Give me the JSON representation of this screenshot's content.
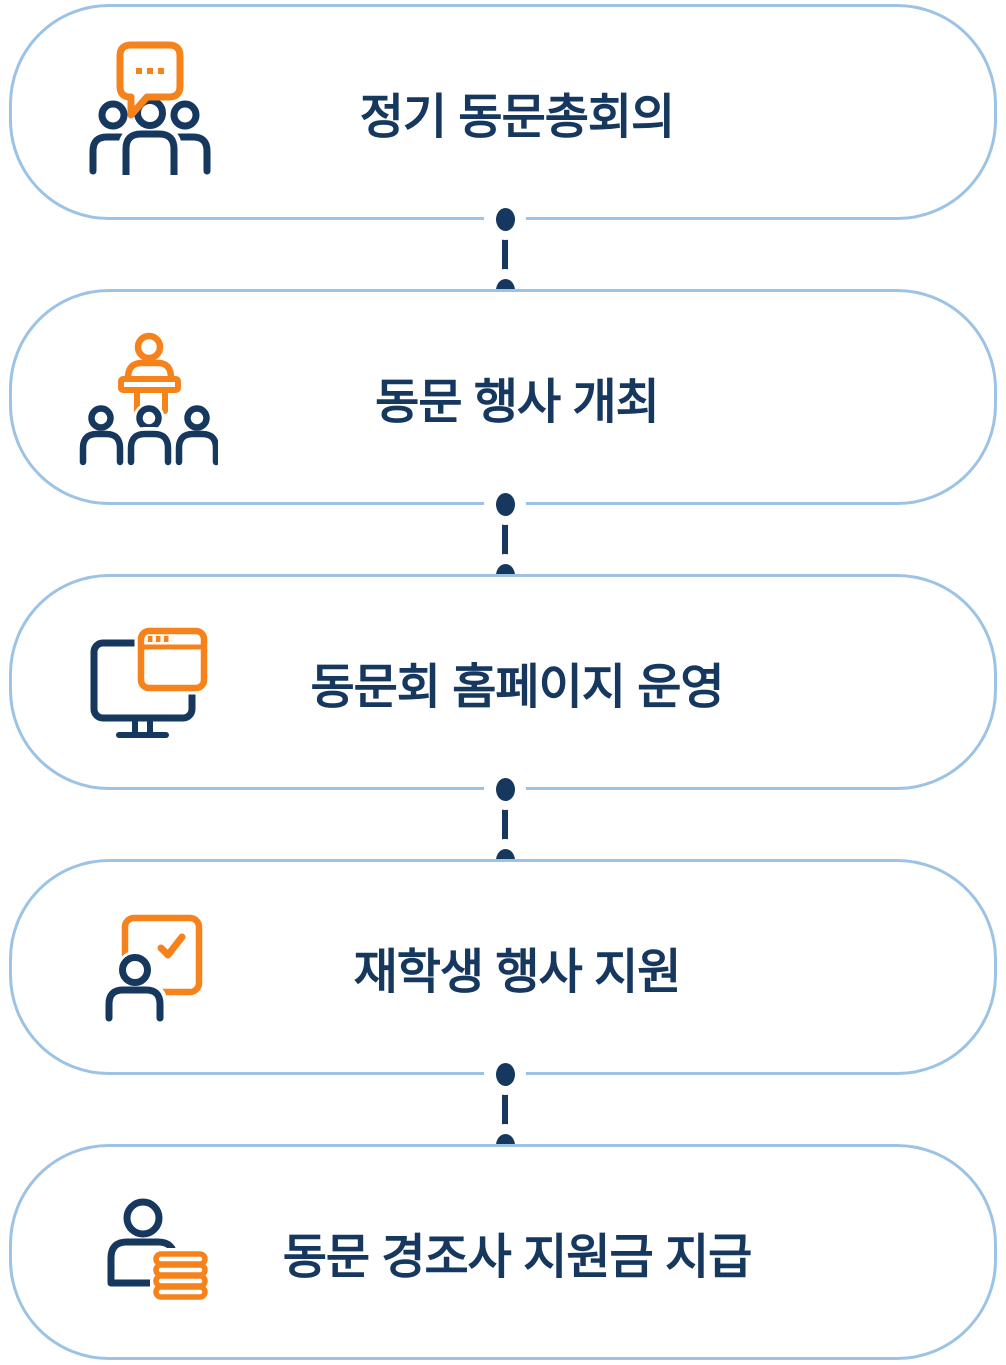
{
  "colors": {
    "navy": "#16375e",
    "orange": "#f6821c",
    "border_blue": "#9cc3e5",
    "background": "#ffffff",
    "connector_ring": "#ffffff"
  },
  "diagram": {
    "type": "vertical-process-list",
    "items": [
      {
        "label": "정기 동문총회의",
        "icon": "speech-bubble-meeting-people-icon"
      },
      {
        "label": "동문 행사 개최",
        "icon": "speaker-podium-audience-icon"
      },
      {
        "label": "동문회 홈페이지 운영",
        "icon": "monitor-browser-window-icon"
      },
      {
        "label": "재학생 행사 지원",
        "icon": "board-checkmark-person-icon"
      },
      {
        "label": "동문 경조사 지원금 지급",
        "icon": "person-coin-stack-icon"
      }
    ]
  }
}
